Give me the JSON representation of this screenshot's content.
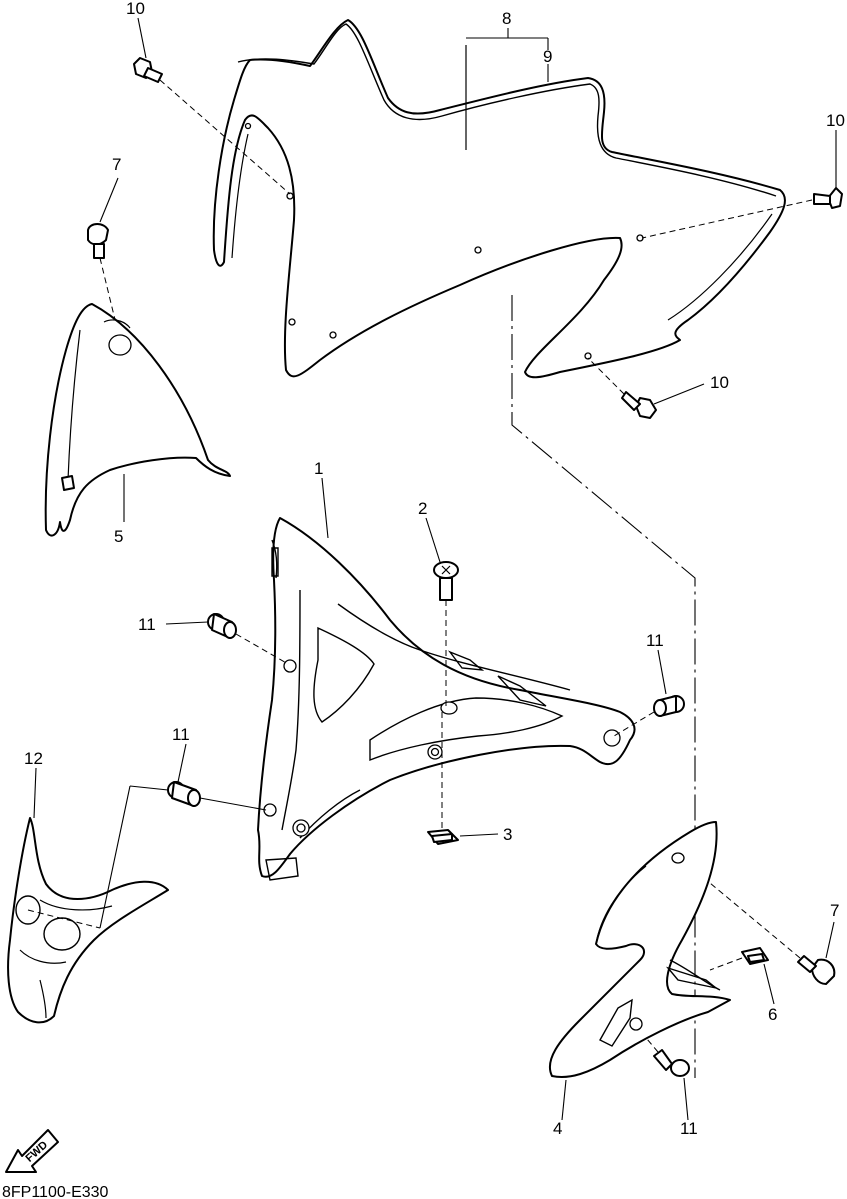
{
  "diagram": {
    "code": "8FP1100-E330",
    "fwd_label": "FWD",
    "labels": {
      "windshield_bracket_set": "8",
      "windshield_trim": "9",
      "screw_top_left": "10",
      "screw_top_right": "10",
      "screw_lower": "10",
      "bolt_left": "7",
      "bolt_right": "7",
      "cowl_main": "1",
      "screw_center": "2",
      "nut_center": "3",
      "left_panel": "5",
      "right_panel": "4",
      "clip": "6",
      "collar_left_top": "11",
      "collar_left_bottom": "11",
      "collar_right_top": "11",
      "collar_right_bottom": "11",
      "lower_cover": "12"
    }
  }
}
